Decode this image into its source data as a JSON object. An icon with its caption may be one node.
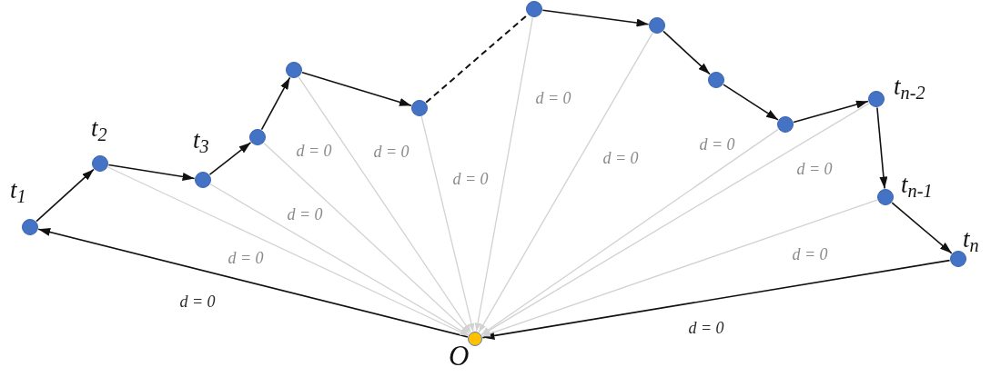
{
  "diagram": {
    "nodes": [
      {
        "text": [],
        "shape": "circle",
        "beside": [
          "t$_{1}$"
        ]
      },
      {
        "text": [],
        "shape": "circle",
        "beside": [
          "t$_{2}$"
        ]
      },
      {
        "text": [],
        "shape": "circle",
        "beside": [
          "t$_{3}$"
        ]
      },
      {
        "text": [],
        "shape": "circle"
      },
      {
        "text": [],
        "shape": "circle"
      },
      {
        "text": [],
        "shape": "circle"
      },
      {
        "text": [],
        "shape": "circle"
      },
      {
        "text": [],
        "shape": "circle"
      },
      {
        "text": [],
        "shape": "circle"
      },
      {
        "text": [],
        "shape": "circle"
      },
      {
        "text": [],
        "shape": "circle",
        "beside": [
          "t$_{n-2}$"
        ]
      },
      {
        "text": [],
        "shape": "circle",
        "beside": [
          "t$_{n-1}$"
        ]
      },
      {
        "text": [],
        "shape": "circle",
        "beside": [
          "t$_{n}$"
        ]
      },
      {
        "text": [],
        "shape": "circle",
        "beside": [
          "O"
        ]
      }
    ],
    "edges": [
      {
        "from": 0,
        "to": 1,
        "arrow": "to"
      },
      {
        "from": 1,
        "to": 2,
        "arrow": "to"
      },
      {
        "from": 2,
        "to": 3,
        "arrow": "to"
      },
      {
        "from": 3,
        "to": 4,
        "arrow": "to"
      },
      {
        "from": 4,
        "to": 5,
        "arrow": "to"
      },
      {
        "from": 5,
        "to": 6,
        "arrow": "none",
        "style": "dashed"
      },
      {
        "from": 6,
        "to": 7,
        "arrow": "to"
      },
      {
        "from": 7,
        "to": 8,
        "arrow": "to"
      },
      {
        "from": 8,
        "to": 9,
        "arrow": "to"
      },
      {
        "from": 9,
        "to": 10,
        "arrow": "to"
      },
      {
        "from": 10,
        "to": 11,
        "arrow": "to"
      },
      {
        "from": 11,
        "to": 12,
        "arrow": "to"
      },
      {
        "from": 12,
        "to": 13,
        "arrow": "to",
        "label": "d = 0"
      },
      {
        "from": 13,
        "to": 0,
        "arrow": "to",
        "label": "d = 0"
      },
      {
        "from": 1,
        "to": 13,
        "arrow": "to",
        "label": "d = 0",
        "color": "#d2d2d2"
      },
      {
        "from": 2,
        "to": 13,
        "arrow": "to",
        "label": "d = 0",
        "color": "#d2d2d2"
      },
      {
        "from": 3,
        "to": 13,
        "arrow": "to",
        "label": "d = 0",
        "color": "#d2d2d2"
      },
      {
        "from": 4,
        "to": 13,
        "arrow": "to",
        "label": "d = 0",
        "color": "#d2d2d2"
      },
      {
        "from": 5,
        "to": 13,
        "arrow": "to",
        "label": "d = 0",
        "color": "#d2d2d2"
      },
      {
        "from": 6,
        "to": 13,
        "arrow": "to",
        "label": "d = 0",
        "color": "#d2d2d2"
      },
      {
        "from": 7,
        "to": 13,
        "arrow": "to",
        "label": "d = 0",
        "color": "#d2d2d2"
      },
      {
        "from": 9,
        "to": 13,
        "arrow": "to",
        "label": "d = 0",
        "color": "#d2d2d2"
      },
      {
        "from": 10,
        "to": 13,
        "arrow": "to",
        "label": "d = 0",
        "color": "#d2d2d2"
      },
      {
        "from": 11,
        "to": 13,
        "arrow": "to",
        "label": "d = 0",
        "color": "#d2d2d2"
      }
    ]
  }
}
